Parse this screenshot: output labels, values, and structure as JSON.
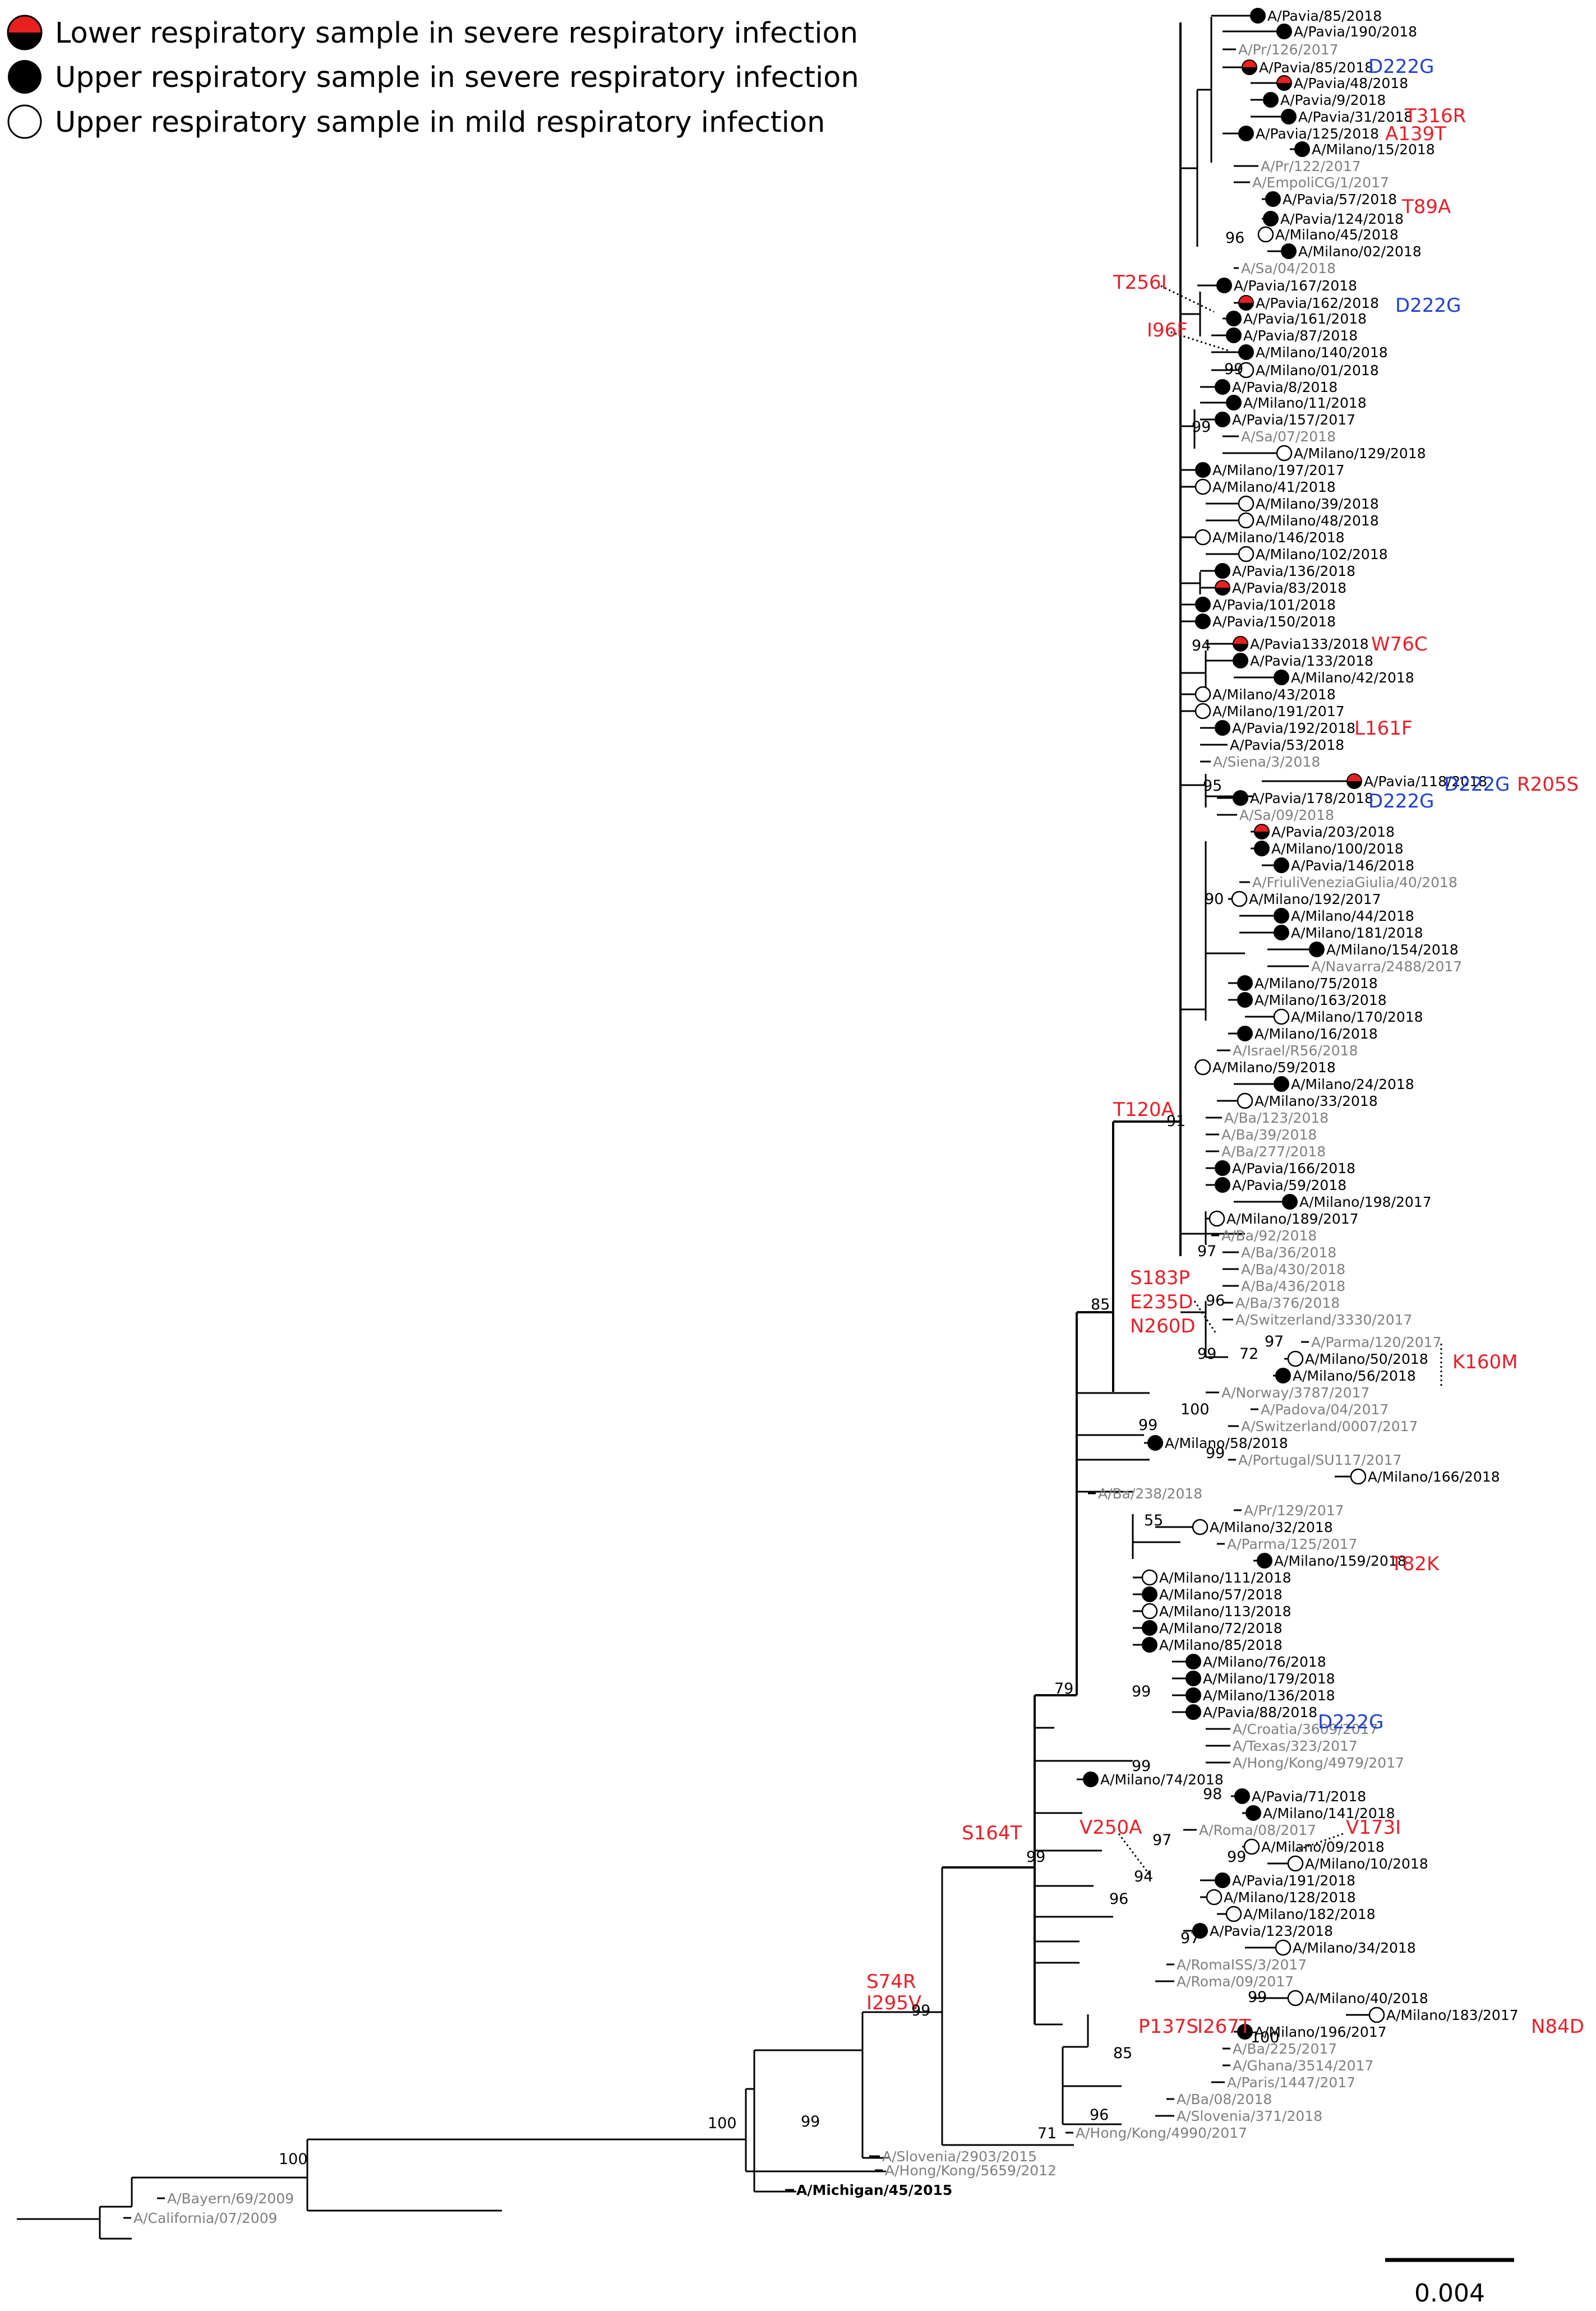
{
  "legend": {
    "items": [
      {
        "symbol": "half-red-circle",
        "label": "Lower respiratory sample in severe respiratory infection"
      },
      {
        "symbol": "filled-black-circle",
        "label": "Upper respiratory sample in severe respiratory infection"
      },
      {
        "symbol": "open-circle",
        "label": "Upper respiratory sample in mild respiratory infection"
      }
    ]
  },
  "colors": {
    "mutation_red": "#ee1c25",
    "mutation_blue": "#1f3fd6",
    "reference_gray": "#7f7f7f",
    "lower_sample_red": "#e8201f"
  },
  "scale_bar": {
    "label": "0.004"
  },
  "taxa": [
    {
      "name": "A/Pavia/85/2018",
      "marker": "filled"
    },
    {
      "name": "A/Pavia/190/2018",
      "marker": "filled"
    },
    {
      "name": "A/Pr/126/2017",
      "marker": "none",
      "reference": true
    },
    {
      "name": "A/Pavia/85/2018",
      "marker": "half-red"
    },
    {
      "name": "A/Pavia/48/2018",
      "marker": "half-red"
    },
    {
      "name": "A/Pavia/9/2018",
      "marker": "filled"
    },
    {
      "name": "A/Pavia/31/2018",
      "marker": "filled"
    },
    {
      "name": "A/Pavia/125/2018",
      "marker": "filled"
    },
    {
      "name": "A/Milano/15/2018",
      "marker": "filled"
    },
    {
      "name": "A/Pr/122/2017",
      "marker": "none",
      "reference": true
    },
    {
      "name": "A/EmpoliCG/1/2017",
      "marker": "none",
      "reference": true
    },
    {
      "name": "A/Pavia/57/2018",
      "marker": "filled"
    },
    {
      "name": "A/Pavia/124/2018",
      "marker": "filled"
    },
    {
      "name": "A/Milano/45/2018",
      "marker": "open"
    },
    {
      "name": "A/Milano/02/2018",
      "marker": "filled"
    },
    {
      "name": "A/Sa/04/2018",
      "marker": "none",
      "reference": true
    },
    {
      "name": "A/Pavia/167/2018",
      "marker": "filled"
    },
    {
      "name": "A/Pavia/162/2018",
      "marker": "half-red"
    },
    {
      "name": "A/Pavia/161/2018",
      "marker": "filled"
    },
    {
      "name": "A/Pavia/87/2018",
      "marker": "filled"
    },
    {
      "name": "A/Milano/140/2018",
      "marker": "filled"
    },
    {
      "name": "A/Milano/01/2018",
      "marker": "open"
    },
    {
      "name": "A/Pavia/8/2018",
      "marker": "filled"
    },
    {
      "name": "A/Milano/11/2018",
      "marker": "filled"
    },
    {
      "name": "A/Pavia/157/2017",
      "marker": "filled"
    },
    {
      "name": "A/Sa/07/2018",
      "marker": "none",
      "reference": true
    },
    {
      "name": "A/Milano/129/2018",
      "marker": "open"
    },
    {
      "name": "A/Milano/197/2017",
      "marker": "filled"
    },
    {
      "name": "A/Milano/41/2018",
      "marker": "open"
    },
    {
      "name": "A/Milano/39/2018",
      "marker": "open"
    },
    {
      "name": "A/Milano/48/2018",
      "marker": "open"
    },
    {
      "name": "A/Milano/146/2018",
      "marker": "open"
    },
    {
      "name": "A/Milano/102/2018",
      "marker": "open"
    },
    {
      "name": "A/Pavia/136/2018",
      "marker": "filled"
    },
    {
      "name": "A/Pavia/83/2018",
      "marker": "half-red"
    },
    {
      "name": "A/Pavia/101/2018",
      "marker": "filled"
    },
    {
      "name": "A/Pavia/150/2018",
      "marker": "filled"
    },
    {
      "name": "A/Pavia133/2018",
      "marker": "half-red"
    },
    {
      "name": "A/Pavia/133/2018",
      "marker": "filled"
    },
    {
      "name": "A/Milano/42/2018",
      "marker": "filled"
    },
    {
      "name": "A/Milano/43/2018",
      "marker": "open"
    },
    {
      "name": "A/Milano/191/2017",
      "marker": "open"
    },
    {
      "name": "A/Pavia/192/2018",
      "marker": "filled"
    },
    {
      "name": "A/Pavia/53/2018",
      "marker": "none"
    },
    {
      "name": "A/Siena/3/2018",
      "marker": "none",
      "reference": true
    },
    {
      "name": "A/Pavia/118/2018",
      "marker": "half-red"
    },
    {
      "name": "A/Pavia/178/2018",
      "marker": "filled"
    },
    {
      "name": "A/Sa/09/2018",
      "marker": "none",
      "reference": true
    },
    {
      "name": "A/Pavia/203/2018",
      "marker": "half-red"
    },
    {
      "name": "A/Milano/100/2018",
      "marker": "filled"
    },
    {
      "name": "A/Pavia/146/2018",
      "marker": "filled"
    },
    {
      "name": "A/FriuliVeneziaGiulia/40/2018",
      "marker": "none",
      "reference": true
    },
    {
      "name": "A/Milano/192/2017",
      "marker": "open"
    },
    {
      "name": "A/Milano/44/2018",
      "marker": "filled"
    },
    {
      "name": "A/Milano/181/2018",
      "marker": "filled"
    },
    {
      "name": "A/Milano/154/2018",
      "marker": "filled"
    },
    {
      "name": "A/Navarra/2488/2017",
      "marker": "none",
      "reference": true
    },
    {
      "name": "A/Milano/75/2018",
      "marker": "filled"
    },
    {
      "name": "A/Milano/163/2018",
      "marker": "filled"
    },
    {
      "name": "A/Milano/170/2018",
      "marker": "open"
    },
    {
      "name": "A/Milano/16/2018",
      "marker": "filled"
    },
    {
      "name": "A/Israel/R56/2018",
      "marker": "none",
      "reference": true
    },
    {
      "name": "A/Milano/59/2018",
      "marker": "open"
    },
    {
      "name": "A/Milano/24/2018",
      "marker": "filled"
    },
    {
      "name": "A/Milano/33/2018",
      "marker": "open"
    },
    {
      "name": "A/Ba/123/2018",
      "marker": "none",
      "reference": true
    },
    {
      "name": "A/Ba/39/2018",
      "marker": "none",
      "reference": true
    },
    {
      "name": "A/Ba/277/2018",
      "marker": "none",
      "reference": true
    },
    {
      "name": "A/Pavia/166/2018",
      "marker": "filled"
    },
    {
      "name": "A/Pavia/59/2018",
      "marker": "filled"
    },
    {
      "name": "A/Milano/198/2017",
      "marker": "filled"
    },
    {
      "name": "A/Milano/189/2017",
      "marker": "open"
    },
    {
      "name": "A/Ba/92/2018",
      "marker": "none",
      "reference": true
    },
    {
      "name": "A/Ba/36/2018",
      "marker": "none",
      "reference": true
    },
    {
      "name": "A/Ba/430/2018",
      "marker": "none",
      "reference": true
    },
    {
      "name": "A/Ba/436/2018",
      "marker": "none",
      "reference": true
    },
    {
      "name": "A/Ba/376/2018",
      "marker": "none",
      "reference": true
    },
    {
      "name": "A/Switzerland/3330/2017",
      "marker": "none",
      "reference": true
    },
    {
      "name": "A/Parma/120/2017",
      "marker": "none",
      "reference": true
    },
    {
      "name": "A/Milano/50/2018",
      "marker": "open"
    },
    {
      "name": "A/Milano/56/2018",
      "marker": "filled"
    },
    {
      "name": "A/Norway/3787/2017",
      "marker": "none",
      "reference": true
    },
    {
      "name": "A/Padova/04/2017",
      "marker": "none",
      "reference": true
    },
    {
      "name": "A/Switzerland/0007/2017",
      "marker": "none",
      "reference": true
    },
    {
      "name": "A/Milano/58/2018",
      "marker": "filled"
    },
    {
      "name": "A/Portugal/SU117/2017",
      "marker": "none",
      "reference": true
    },
    {
      "name": "A/Milano/166/2018",
      "marker": "open"
    },
    {
      "name": "A/Ba/238/2018",
      "marker": "none",
      "reference": true
    },
    {
      "name": "A/Pr/129/2017",
      "marker": "none",
      "reference": true
    },
    {
      "name": "A/Milano/32/2018",
      "marker": "open"
    },
    {
      "name": "A/Parma/125/2017",
      "marker": "none",
      "reference": true
    },
    {
      "name": "A/Milano/159/2018",
      "marker": "filled"
    },
    {
      "name": "A/Milano/111/2018",
      "marker": "open"
    },
    {
      "name": "A/Milano/57/2018",
      "marker": "filled"
    },
    {
      "name": "A/Milano/113/2018",
      "marker": "open"
    },
    {
      "name": "A/Milano/72/2018",
      "marker": "filled"
    },
    {
      "name": "A/Milano/85/2018",
      "marker": "filled"
    },
    {
      "name": "A/Milano/76/2018",
      "marker": "filled"
    },
    {
      "name": "A/Milano/179/2018",
      "marker": "filled"
    },
    {
      "name": "A/Milano/136/2018",
      "marker": "filled"
    },
    {
      "name": "A/Pavia/88/2018",
      "marker": "filled"
    },
    {
      "name": "A/Croatia/3609/2017",
      "marker": "none",
      "reference": true
    },
    {
      "name": "A/Texas/323/2017",
      "marker": "none",
      "reference": true
    },
    {
      "name": "A/Hong/Kong/4979/2017",
      "marker": "none",
      "reference": true
    },
    {
      "name": "A/Milano/74/2018",
      "marker": "filled"
    },
    {
      "name": "A/Pavia/71/2018",
      "marker": "filled"
    },
    {
      "name": "A/Milano/141/2018",
      "marker": "filled"
    },
    {
      "name": "A/Roma/08/2017",
      "marker": "none",
      "reference": true
    },
    {
      "name": "A/Milano/09/2018",
      "marker": "open"
    },
    {
      "name": "A/Milano/10/2018",
      "marker": "open"
    },
    {
      "name": "A/Pavia/191/2018",
      "marker": "filled"
    },
    {
      "name": "A/Milano/128/2018",
      "marker": "open"
    },
    {
      "name": "A/Milano/182/2018",
      "marker": "open"
    },
    {
      "name": "A/Pavia/123/2018",
      "marker": "filled"
    },
    {
      "name": "A/Milano/34/2018",
      "marker": "open"
    },
    {
      "name": "A/RomaISS/3/2017",
      "marker": "none",
      "reference": true
    },
    {
      "name": "A/Roma/09/2017",
      "marker": "none",
      "reference": true
    },
    {
      "name": "A/Milano/40/2018",
      "marker": "open"
    },
    {
      "name": "A/Milano/183/2017",
      "marker": "open"
    },
    {
      "name": "A/Milano/196/2017",
      "marker": "filled"
    },
    {
      "name": "A/Ba/225/2017",
      "marker": "none",
      "reference": true
    },
    {
      "name": "A/Ghana/3514/2017",
      "marker": "none",
      "reference": true
    },
    {
      "name": "A/Paris/1447/2017",
      "marker": "none",
      "reference": true
    },
    {
      "name": "A/Ba/08/2018",
      "marker": "none",
      "reference": true
    },
    {
      "name": "A/Slovenia/371/2018",
      "marker": "none",
      "reference": true
    },
    {
      "name": "A/Hong/Kong/4990/2017",
      "marker": "none",
      "reference": true
    },
    {
      "name": "A/Slovenia/2903/2015",
      "marker": "none",
      "reference": true
    },
    {
      "name": "A/Michigan/45/2015",
      "marker": "none",
      "bold": true
    },
    {
      "name": "A/Hong/Kong/5659/2012",
      "marker": "none",
      "reference": true
    },
    {
      "name": "A/Bayern/69/2009",
      "marker": "none",
      "reference": true
    },
    {
      "name": "A/California/07/2009",
      "marker": "none",
      "reference": true
    }
  ],
  "mutations": [
    {
      "text": "D222G",
      "color": "blue"
    },
    {
      "text": "T316R",
      "color": "red"
    },
    {
      "text": "A139T",
      "color": "red"
    },
    {
      "text": "T89A",
      "color": "red"
    },
    {
      "text": "T256I",
      "color": "red"
    },
    {
      "text": "D222G",
      "color": "blue"
    },
    {
      "text": "I96F",
      "color": "red"
    },
    {
      "text": "W76C",
      "color": "red"
    },
    {
      "text": "L161F",
      "color": "red"
    },
    {
      "text": "D222G",
      "color": "blue"
    },
    {
      "text": "R205S",
      "color": "red"
    },
    {
      "text": "D222G",
      "color": "blue"
    },
    {
      "text": "T120A",
      "color": "red"
    },
    {
      "text": "S183P",
      "color": "red"
    },
    {
      "text": "E235D",
      "color": "red"
    },
    {
      "text": "N260D",
      "color": "red"
    },
    {
      "text": "K160M",
      "color": "red"
    },
    {
      "text": "T82K",
      "color": "red"
    },
    {
      "text": "D222G",
      "color": "blue"
    },
    {
      "text": "V250A",
      "color": "red"
    },
    {
      "text": "V173I",
      "color": "red"
    },
    {
      "text": "S164T",
      "color": "red"
    },
    {
      "text": "S74R",
      "color": "red"
    },
    {
      "text": "I295V",
      "color": "red"
    },
    {
      "text": "P137S",
      "color": "red"
    },
    {
      "text": "I267T",
      "color": "red"
    },
    {
      "text": "N84D",
      "color": "red"
    }
  ],
  "bootstrap": [
    "96",
    "99",
    "99",
    "94",
    "95",
    "90",
    "91",
    "97",
    "96",
    "99",
    "72",
    "97",
    "85",
    "100",
    "99",
    "99",
    "55",
    "99",
    "99",
    "98",
    "97",
    "99",
    "94",
    "96",
    "97",
    "99",
    "100",
    "85",
    "96",
    "71",
    "79",
    "99",
    "99",
    "99",
    "100",
    "100"
  ]
}
